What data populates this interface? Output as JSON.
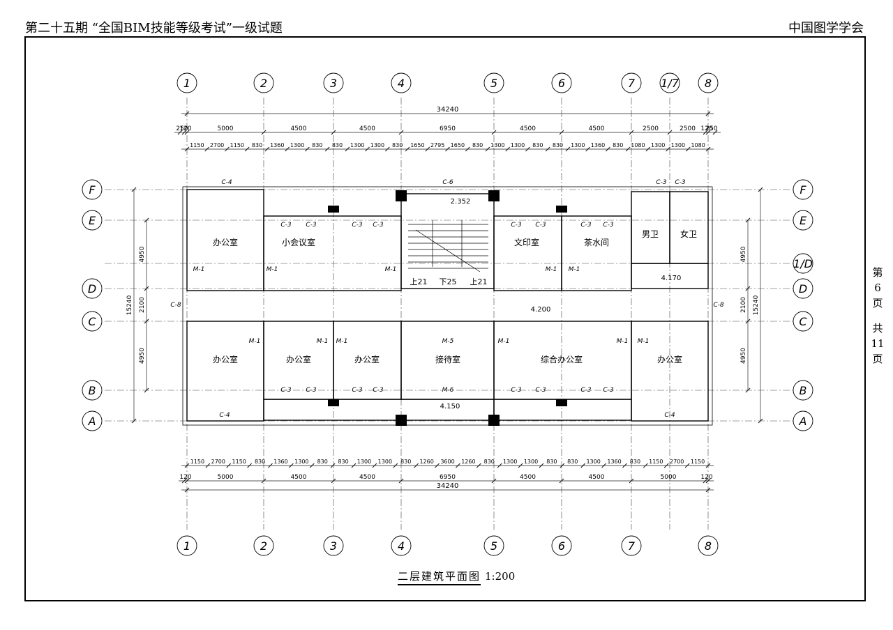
{
  "header": {
    "left": "第二十五期 “全国BIM技能等级考试”一级试题",
    "right": "中国图学学会"
  },
  "page_info": {
    "di": "第",
    "num": "6",
    "ye": "页",
    "gong": "共",
    "total": "11",
    "ye2": "页"
  },
  "caption": {
    "title": "二层建筑平面图",
    "scale": "1:200"
  },
  "grid": {
    "columns": [
      "1",
      "2",
      "3",
      "4",
      "5",
      "6",
      "7",
      "1/7",
      "8"
    ],
    "rows": [
      "F",
      "E",
      "1/D",
      "D",
      "C",
      "B",
      "A"
    ]
  },
  "dims": {
    "total": "34240",
    "top_row": [
      "250",
      "120",
      "5000",
      "4500",
      "4500",
      "6950",
      "4500",
      "4500",
      "2500",
      "2500",
      "120",
      "250"
    ],
    "top_detail": [
      "1150",
      "2700",
      "1150",
      "830",
      "1360",
      "1300",
      "830",
      "830",
      "1300",
      "1300",
      "830",
      "1650",
      "2795",
      "1650",
      "830",
      "1300",
      "1300",
      "830",
      "830",
      "1300",
      "1360",
      "830",
      "1080",
      "1300",
      "1300",
      "1080"
    ],
    "bottom_row": [
      "120",
      "5000",
      "4500",
      "4500",
      "6950",
      "4500",
      "4500",
      "5000",
      "120"
    ],
    "bottom_detail": [
      "1150",
      "2700",
      "1150",
      "830",
      "1360",
      "1300",
      "830",
      "830",
      "1300",
      "1300",
      "830",
      "1260",
      "3600",
      "1260",
      "830",
      "1300",
      "1300",
      "830",
      "830",
      "1300",
      "1360",
      "830",
      "1150",
      "2700",
      "1150"
    ],
    "side_left": [
      "15240",
      "4950",
      "2100",
      "4950"
    ],
    "side_right": [
      "15240",
      "4950",
      "2100",
      "4950"
    ]
  },
  "rooms": [
    {
      "id": "r1",
      "label": "办公室"
    },
    {
      "id": "r2",
      "label": "小会议室"
    },
    {
      "id": "r3",
      "label": "文印室"
    },
    {
      "id": "r4",
      "label": "茶水间"
    },
    {
      "id": "r5",
      "label": "男卫"
    },
    {
      "id": "r6",
      "label": "女卫"
    },
    {
      "id": "r7",
      "label": "办公室"
    },
    {
      "id": "r8",
      "label": "办公室"
    },
    {
      "id": "r9",
      "label": "办公室"
    },
    {
      "id": "r10",
      "label": "接待室"
    },
    {
      "id": "r11",
      "label": "综合办公室"
    },
    {
      "id": "r12",
      "label": "办公室"
    }
  ],
  "stair": {
    "up": "上21",
    "down": "下25",
    "down2": "上21",
    "level": "2.352"
  },
  "levels": [
    "4.200",
    "4.170",
    "4.150"
  ],
  "tags": {
    "window_c3": "C-3",
    "window_c4": "C-4",
    "window_c6": "C-6",
    "window_c8": "C-8",
    "door_m1": "M-1",
    "door_m5": "M-5",
    "door_m6": "M-6"
  }
}
